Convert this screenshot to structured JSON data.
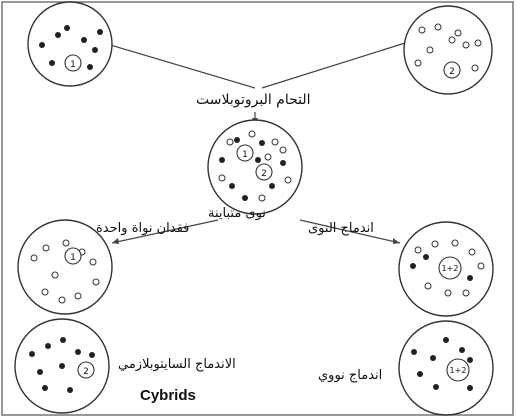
{
  "labels": {
    "protoplast_fusion": "التحام البروتوبلاست",
    "heterokaryon": "نوى متباينة",
    "loss_of_nucleus": "فقدان نواة واحدة",
    "nuclear_fusion": "اندماج النوى",
    "cytoplasmic_fusion": "الاندماج السايتوبلازمي",
    "cybrids": "Cybrids",
    "nuclear_hybrid": "اندماج نووي"
  },
  "nucleus_labels": {
    "cell_a": "1",
    "cell_b": "2",
    "fused_1": "1",
    "fused_2": "2",
    "cybrid_intermediate": "1",
    "hybrid_intermediate": "1+2",
    "cybrid_final": "2",
    "hybrid_final": "1+2"
  },
  "colors": {
    "stroke": "#333333",
    "filled_organelle": "#222222",
    "empty_organelle": "#ffffff",
    "frame": "#777777"
  }
}
